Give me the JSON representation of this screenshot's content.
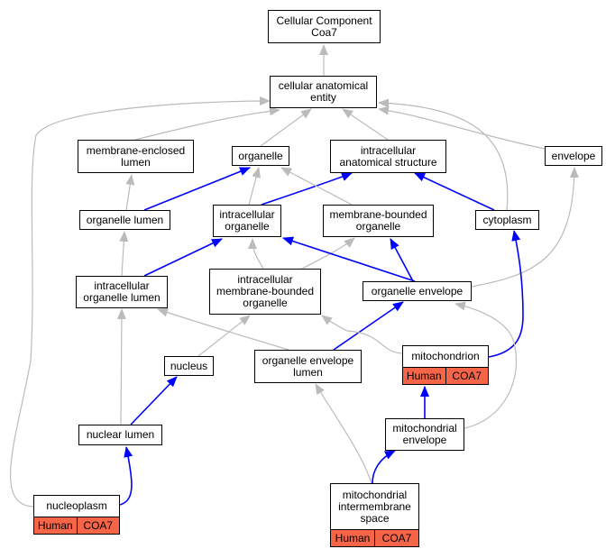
{
  "colors": {
    "ancestor_edge": "#bbbbbb",
    "part_of_edge": "#0000ff",
    "annotation_fill": "#f76549",
    "border": "#000000"
  },
  "nodes": [
    {
      "id": "root",
      "lines": [
        "Cellular Component",
        "Coa7"
      ]
    },
    {
      "id": "cae",
      "lines": [
        "cellular anatomical",
        "entity"
      ]
    },
    {
      "id": "mel",
      "lines": [
        "membrane-enclosed",
        "lumen"
      ]
    },
    {
      "id": "org",
      "lines": [
        "organelle"
      ]
    },
    {
      "id": "ias",
      "lines": [
        "intracellular",
        "anatomical structure"
      ]
    },
    {
      "id": "env",
      "lines": [
        "envelope"
      ]
    },
    {
      "id": "orl",
      "lines": [
        "organelle lumen"
      ]
    },
    {
      "id": "iorg",
      "lines": [
        "intracellular",
        "organelle"
      ]
    },
    {
      "id": "mbo",
      "lines": [
        "membrane-bounded",
        "organelle"
      ]
    },
    {
      "id": "cyto",
      "lines": [
        "cytoplasm"
      ]
    },
    {
      "id": "iol",
      "lines": [
        "intracellular",
        "organelle lumen"
      ]
    },
    {
      "id": "imbo",
      "lines": [
        "intracellular",
        "membrane-bounded",
        "organelle"
      ]
    },
    {
      "id": "oenv",
      "lines": [
        "organelle envelope"
      ]
    },
    {
      "id": "nuc",
      "lines": [
        "nucleus"
      ]
    },
    {
      "id": "oel",
      "lines": [
        "organelle envelope",
        "lumen"
      ]
    },
    {
      "id": "mito",
      "lines": [
        "mitochondrion"
      ],
      "tags": [
        "Human",
        "COA7"
      ]
    },
    {
      "id": "nl",
      "lines": [
        "nuclear lumen"
      ]
    },
    {
      "id": "menv",
      "lines": [
        "mitochondrial",
        "envelope"
      ]
    },
    {
      "id": "np",
      "lines": [
        "nucleoplasm"
      ],
      "tags": [
        "Human",
        "COA7"
      ]
    },
    {
      "id": "mis",
      "lines": [
        "mitochondrial",
        "intermembrane",
        "space"
      ],
      "tags": [
        "Human",
        "COA7"
      ]
    }
  ],
  "edges": [
    {
      "from": "cae",
      "to": "root",
      "type": "is_a"
    },
    {
      "from": "mel",
      "to": "cae",
      "type": "is_a"
    },
    {
      "from": "org",
      "to": "cae",
      "type": "is_a"
    },
    {
      "from": "ias",
      "to": "cae",
      "type": "is_a"
    },
    {
      "from": "env",
      "to": "cae",
      "type": "is_a"
    },
    {
      "from": "cyto",
      "to": "cae",
      "type": "is_a"
    },
    {
      "from": "np",
      "to": "cae",
      "type": "is_a"
    },
    {
      "from": "orl",
      "to": "mel",
      "type": "is_a"
    },
    {
      "from": "orl",
      "to": "org",
      "type": "part_of"
    },
    {
      "from": "iorg",
      "to": "org",
      "type": "is_a"
    },
    {
      "from": "iorg",
      "to": "ias",
      "type": "part_of"
    },
    {
      "from": "mbo",
      "to": "org",
      "type": "is_a"
    },
    {
      "from": "cyto",
      "to": "ias",
      "type": "part_of"
    },
    {
      "from": "iol",
      "to": "orl",
      "type": "is_a"
    },
    {
      "from": "iol",
      "to": "iorg",
      "type": "part_of"
    },
    {
      "from": "imbo",
      "to": "iorg",
      "type": "is_a"
    },
    {
      "from": "imbo",
      "to": "mbo",
      "type": "is_a"
    },
    {
      "from": "oenv",
      "to": "iorg",
      "type": "part_of"
    },
    {
      "from": "oenv",
      "to": "mbo",
      "type": "part_of"
    },
    {
      "from": "oenv",
      "to": "env",
      "type": "is_a"
    },
    {
      "from": "nuc",
      "to": "imbo",
      "type": "is_a"
    },
    {
      "from": "oel",
      "to": "iol",
      "type": "is_a"
    },
    {
      "from": "oel",
      "to": "oenv",
      "type": "part_of"
    },
    {
      "from": "mito",
      "to": "imbo",
      "type": "is_a"
    },
    {
      "from": "mito",
      "to": "cyto",
      "type": "part_of"
    },
    {
      "from": "nl",
      "to": "iol",
      "type": "is_a"
    },
    {
      "from": "nl",
      "to": "nuc",
      "type": "part_of"
    },
    {
      "from": "menv",
      "to": "mito",
      "type": "part_of"
    },
    {
      "from": "menv",
      "to": "oenv",
      "type": "is_a"
    },
    {
      "from": "np",
      "to": "nl",
      "type": "part_of"
    },
    {
      "from": "mis",
      "to": "oel",
      "type": "is_a"
    },
    {
      "from": "mis",
      "to": "menv",
      "type": "part_of"
    }
  ]
}
